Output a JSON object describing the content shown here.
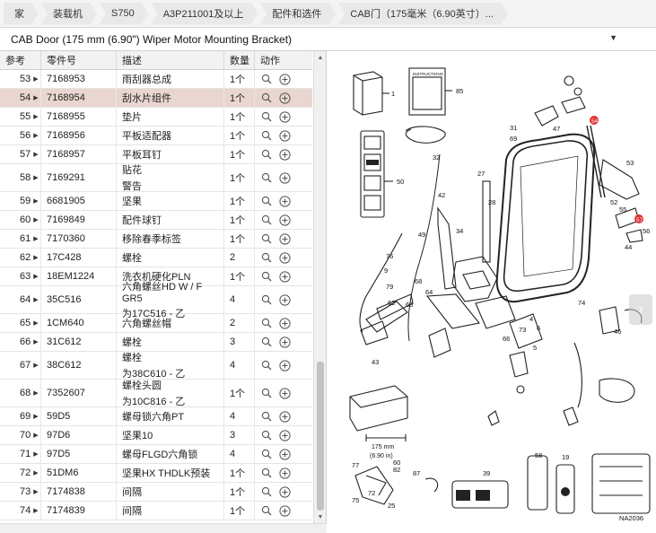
{
  "breadcrumb": [
    "家",
    "装载机",
    "S750",
    "A3P211001及以上",
    "配件和选件",
    "CAB门（175毫米（6.90英寸）..."
  ],
  "title": "CAB Door (175 mm (6.90\") Wiper Motor Mounting Bracket)",
  "table": {
    "headers": {
      "ref": "参考",
      "part": "零件号",
      "desc": "描述",
      "qty": "数量",
      "action": "动作"
    },
    "rows": [
      {
        "ref": "53",
        "part": "7168953",
        "desc": "雨刮器总成",
        "sub": "",
        "qty": "1个"
      },
      {
        "ref": "54",
        "part": "7168954",
        "desc": "刮水片组件",
        "sub": "",
        "qty": "1个",
        "selected": true
      },
      {
        "ref": "55",
        "part": "7168955",
        "desc": "垫片",
        "sub": "",
        "qty": "1个"
      },
      {
        "ref": "56",
        "part": "7168956",
        "desc": "平板适配器",
        "sub": "",
        "qty": "1个"
      },
      {
        "ref": "57",
        "part": "7168957",
        "desc": "平板耳钉",
        "sub": "",
        "qty": "1个"
      },
      {
        "ref": "58",
        "part": "7169291",
        "desc": "贴花",
        "sub": "警告",
        "qty": "1个"
      },
      {
        "ref": "59",
        "part": "6681905",
        "desc": "坚果",
        "sub": "",
        "qty": "1个"
      },
      {
        "ref": "60",
        "part": "7169849",
        "desc": "配件球钉",
        "sub": "",
        "qty": "1个"
      },
      {
        "ref": "61",
        "part": "7170360",
        "desc": "移除春季标签",
        "sub": "",
        "qty": "1个"
      },
      {
        "ref": "62",
        "part": "17C428",
        "desc": "螺栓",
        "sub": "",
        "qty": "2"
      },
      {
        "ref": "63",
        "part": "18EM1224",
        "desc": "洗衣机硬化PLN",
        "sub": "",
        "qty": "1个"
      },
      {
        "ref": "64",
        "part": "35C516",
        "desc": "六角螺丝HD W / F GR5",
        "sub": "为17C516 - 乙",
        "qty": "4"
      },
      {
        "ref": "65",
        "part": "1CM640",
        "desc": "六角螺丝帽",
        "sub": "",
        "qty": "2"
      },
      {
        "ref": "66",
        "part": "31C612",
        "desc": "螺栓",
        "sub": "",
        "qty": "3"
      },
      {
        "ref": "67",
        "part": "38C612",
        "desc": "螺栓",
        "sub": "为38C610 - 乙",
        "qty": "4"
      },
      {
        "ref": "68",
        "part": "7352607",
        "desc": "螺栓头圆",
        "sub": "为10C816 - 乙",
        "qty": "1个"
      },
      {
        "ref": "69",
        "part": "59D5",
        "desc": "螺母锁六角PT",
        "sub": "",
        "qty": "4"
      },
      {
        "ref": "70",
        "part": "97D6",
        "desc": "坚果10",
        "sub": "",
        "qty": "3"
      },
      {
        "ref": "71",
        "part": "97D5",
        "desc": "螺母FLGD六角锁",
        "sub": "",
        "qty": "4"
      },
      {
        "ref": "72",
        "part": "51DM6",
        "desc": "坚果HX THDLK预装",
        "sub": "",
        "qty": "1个"
      },
      {
        "ref": "73",
        "part": "7174838",
        "desc": "间隔",
        "sub": "",
        "qty": "1个"
      },
      {
        "ref": "74",
        "part": "7174839",
        "desc": "间隔",
        "sub": "",
        "qty": "1个"
      }
    ]
  },
  "diagram": {
    "callouts": [
      "1",
      "85",
      "31",
      "69",
      "47",
      "53",
      "44",
      "50",
      "32",
      "27",
      "28",
      "42",
      "49",
      "34",
      "52",
      "55",
      "56",
      "9",
      "76",
      "79",
      "62",
      "64",
      "63",
      "68",
      "66",
      "4",
      "6",
      "5",
      "73",
      "74",
      "46",
      "43",
      "39",
      "58",
      "19",
      "77",
      "60",
      "82",
      "87",
      "72",
      "75",
      "25"
    ],
    "dimension_label": "175 mm",
    "dimension_sub": "(6.90 in)",
    "figure_id": "NA2036",
    "instructions_label": "INSTRUCTIONS"
  },
  "colors": {
    "selected_row": "#ead6d0",
    "breadcrumb_bg": "#e9e9e9",
    "highlight_callout": "#e03030"
  }
}
